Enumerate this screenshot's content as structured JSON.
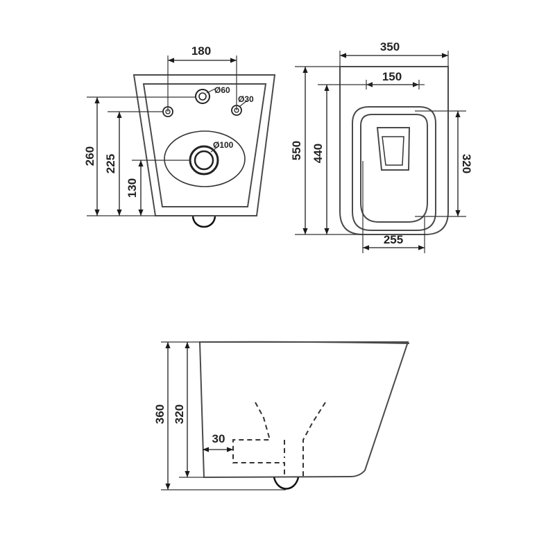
{
  "back_view": {
    "width_between_studs": "180",
    "dia_inlet": "Ø60",
    "dia_stud": "Ø30",
    "dia_outlet": "Ø100",
    "height_total": "260",
    "height_studs": "225",
    "height_outlet": "130"
  },
  "top_view": {
    "width": "350",
    "length": "550",
    "stud_spacing": "150",
    "length_inner": "440",
    "bowl_length": "320",
    "bowl_width": "255"
  },
  "side_view": {
    "height_total": "360",
    "height_body": "320",
    "outlet_offset": "30"
  }
}
